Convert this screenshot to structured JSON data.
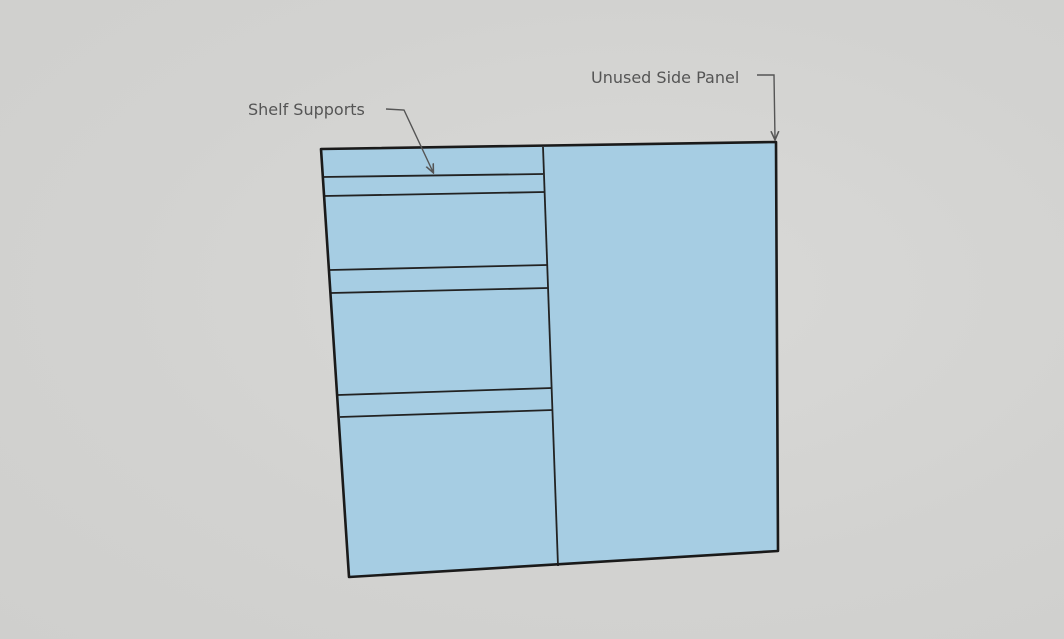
{
  "diagram": {
    "title": "",
    "colors": {
      "background": "#d3d3d1",
      "panel_fill": "#a6cde3",
      "outline": "#222222",
      "leader": "#555555",
      "label_text": "#555555"
    },
    "callouts": [
      {
        "id": "shelf-supports",
        "text": "Shelf Supports"
      },
      {
        "id": "unused-side-panel",
        "text": "Unused Side Panel"
      }
    ],
    "parts": [
      {
        "id": "panel-outline",
        "name": "panel"
      },
      {
        "id": "left-section",
        "name": "shelf section"
      },
      {
        "id": "right-section",
        "name": "unused side panel"
      },
      {
        "id": "shelf-support-1",
        "name": "shelf support"
      },
      {
        "id": "shelf-support-2",
        "name": "shelf support"
      },
      {
        "id": "shelf-support-3",
        "name": "shelf support"
      }
    ]
  }
}
